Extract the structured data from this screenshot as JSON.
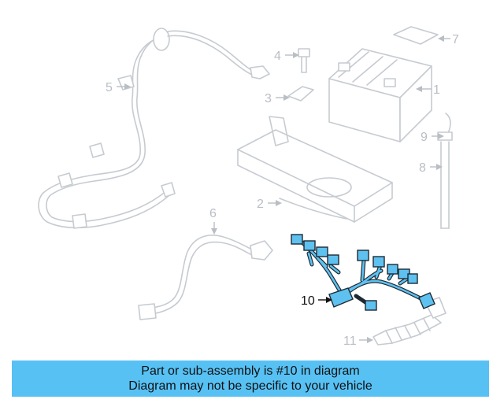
{
  "diagram": {
    "callouts": [
      {
        "id": "1",
        "label": "1"
      },
      {
        "id": "2",
        "label": "2"
      },
      {
        "id": "3",
        "label": "3"
      },
      {
        "id": "4",
        "label": "4"
      },
      {
        "id": "5",
        "label": "5"
      },
      {
        "id": "6",
        "label": "6"
      },
      {
        "id": "7",
        "label": "7"
      },
      {
        "id": "8",
        "label": "8"
      },
      {
        "id": "9",
        "label": "9"
      },
      {
        "id": "10",
        "label": "10",
        "highlighted": true
      },
      {
        "id": "11",
        "label": "11"
      }
    ],
    "highlight_color": "#5fc1ef",
    "ghost_color": "#c6cbd1"
  },
  "banner": {
    "line1": "Part or sub-assembly is #10 in diagram",
    "line2": "Diagram may not be specific to your vehicle",
    "background": "#57c1f4"
  }
}
